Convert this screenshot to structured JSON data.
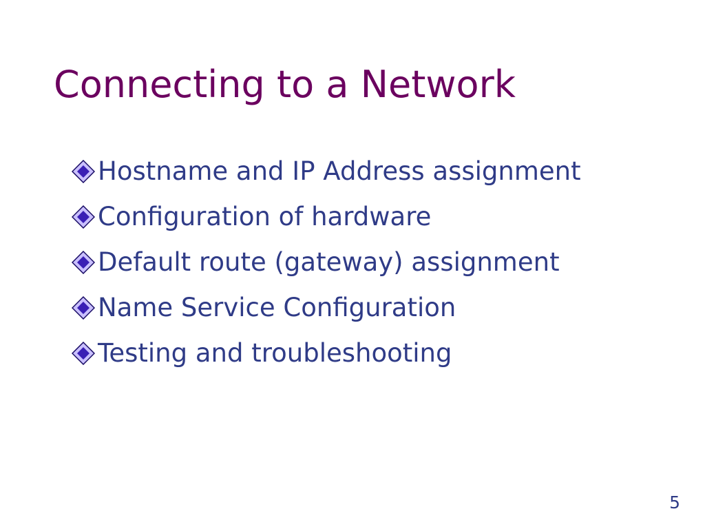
{
  "slide": {
    "title": "Connecting to a Network",
    "number": "5"
  },
  "bullets": [
    {
      "label": "Hostname and IP Address assignment"
    },
    {
      "label": "Configuration of hardware"
    },
    {
      "label": "Default route (gateway) assignment"
    },
    {
      "label": "Name Service Configuration"
    },
    {
      "label": "Testing and troubleshooting"
    }
  ],
  "bullet_icon": "diamond-bullet-icon",
  "colors": {
    "title": "#6b005f",
    "body": "#2f3b87",
    "slide_number": "#2f3b87",
    "bullet_fill": "#3a1fb5",
    "bullet_highlight": "#c9bfff",
    "bullet_outline": "#170a63"
  }
}
